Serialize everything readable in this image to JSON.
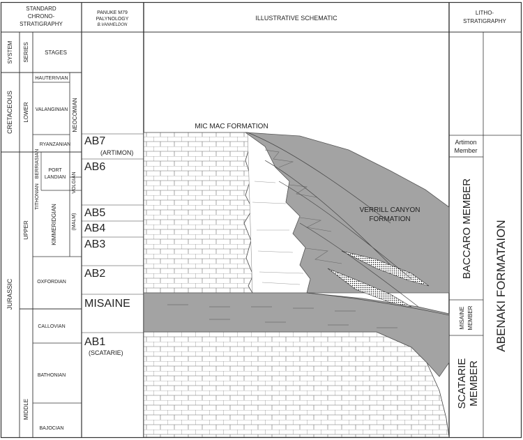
{
  "header": {
    "standard_col": [
      "STANDARD",
      "CHRONO-",
      "STRATIGRAPHY"
    ],
    "palyno_col": [
      "PANUKE M79",
      "PALYNOLOGY"
    ],
    "palyno_author": "B.VANHELDON",
    "schematic_col": "ILLUSTRATIVE SCHEMATIC",
    "litho_col": [
      "LITHO-",
      "STRATIGRAPHY"
    ]
  },
  "chrono": {
    "col_system": "SYSTEM",
    "col_series": "SERIES",
    "col_stages": "STAGES",
    "systems": [
      "CRETACEOUS",
      "JURASSIC"
    ],
    "series": [
      "LOWER",
      "UPPER",
      "MIDDLE"
    ],
    "stages": [
      "HAUTERIVIAN",
      "VALANGINIAN",
      "RYANZANIAN",
      "BERRIASIAN",
      "PORT",
      "LANDIAN",
      "TITHONIAN",
      "VOLGIAN",
      "KIMMERIDGIAN",
      "(MALM)",
      "OXFORDIAN",
      "CALLOVIAN",
      "BATHONIAN",
      "BAJOCIAN"
    ],
    "neocomian": "NEOCOMIAN"
  },
  "palynology": {
    "zones": [
      "AB7",
      "(ARTIMON)",
      "AB6",
      "AB5",
      "AB4",
      "AB3",
      "AB2",
      "MISAINE",
      "AB1",
      "(SCATARIE)"
    ]
  },
  "schematic": {
    "labels": [
      "MIC MAC FORMATION",
      "VERRILL CANYON",
      "FORMATION"
    ]
  },
  "litho": {
    "members": [
      "Artimon",
      "Member",
      "BACCARO MEMBER",
      "MISAINE",
      "MEMBER",
      "SCATARIE",
      "MEMBER"
    ],
    "formation": "ABENAKI FORMATAION"
  },
  "colors": {
    "shale": "#a3a3a3",
    "line": "#333333",
    "brick": "#666666"
  }
}
